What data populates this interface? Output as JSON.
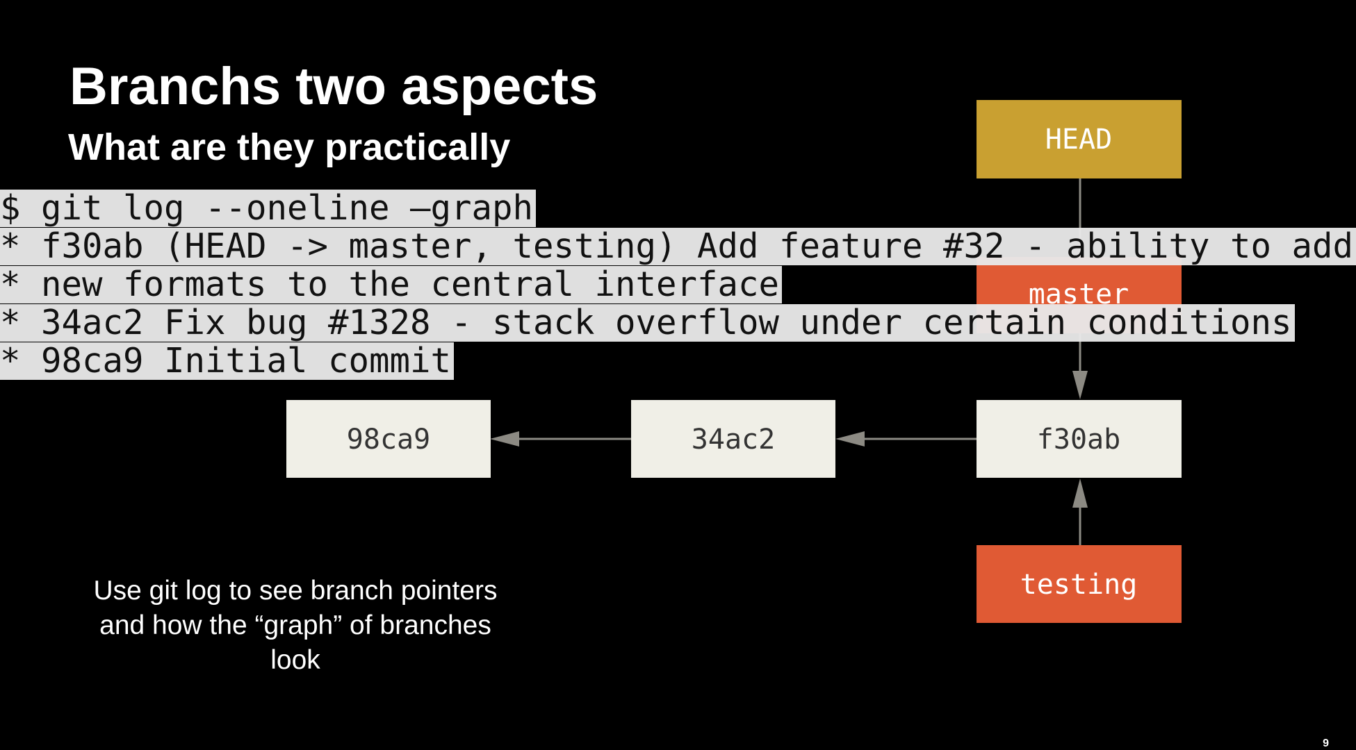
{
  "slide": {
    "title": "Branchs two aspects",
    "subtitle": "What are they practically",
    "caption": "Use git log to see branch pointers and how the “graph” of branches look",
    "slide_number": "9"
  },
  "terminal": {
    "lines": [
      "$ git log --oneline –graph",
      "* f30ab (HEAD -> master, testing) Add feature #32 - ability to add",
      "* new formats to the central interface",
      "* 34ac2 Fix bug #1328 - stack overflow under certain conditions",
      "* 98ca9 Initial commit"
    ]
  },
  "diagram": {
    "commits": [
      "98ca9",
      "34ac2",
      "f30ab"
    ],
    "pointers": {
      "head": "HEAD",
      "master": "master",
      "testing": "testing"
    },
    "colors": {
      "head": "#c9a031",
      "branch": "#e05a34",
      "commit": "#f0efe7",
      "commit_text": "#333333",
      "pointer_text": "#ffffff",
      "arrow": "#8c8a83"
    }
  }
}
